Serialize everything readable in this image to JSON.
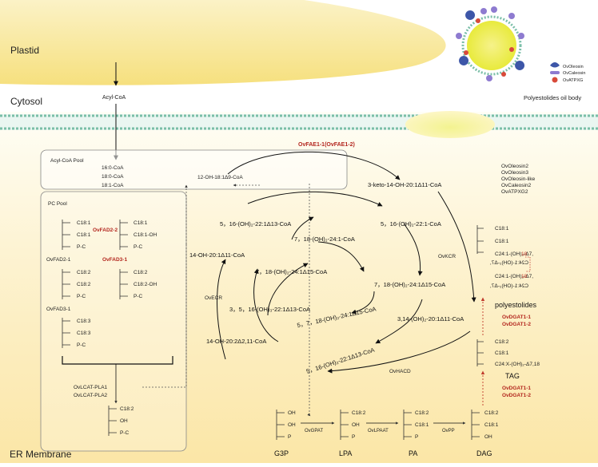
{
  "regions": {
    "plastid": "Plastid",
    "cytosol": "Cytosol",
    "er_membrane": "ER Membrane"
  },
  "plastid_product": "Acyl-CoA",
  "acyl_coa_pool": {
    "title": "Acyl-CoA Pool",
    "items": [
      "16:0-CoA",
      "18:0-CoA",
      "18:1-CoA"
    ],
    "extra": "12-OH-18:1Δ9-CoA"
  },
  "oil_body": {
    "title": "Polyestolides oil body",
    "legend": [
      "OvOleosin",
      "OvCaleosin",
      "OvATPXG"
    ]
  },
  "proteins_list": [
    "OvOleosin2",
    "OvOleosin3",
    "OvOleosin-like",
    "OvCaleosin2",
    "OvATPXG2"
  ],
  "pc_pool": {
    "title": "PC Pool",
    "pc1": [
      "C18:1",
      "C18:1",
      "P-C"
    ],
    "pc2": [
      "C18:1",
      "C18:1-OH",
      "P-C"
    ],
    "pc3": [
      "C18:2",
      "C18:2",
      "P-C"
    ],
    "pc4": [
      "C18:2",
      "C18:2-OH",
      "P-C"
    ],
    "pc5": [
      "C18:3",
      "C18:3",
      "P-C"
    ],
    "enzymes": {
      "fad22": "OvFAD2-2",
      "fad21": "OvFAD2-1",
      "fad31_red": "OvFAD3-1",
      "fad31": "OvFAD3-1"
    }
  },
  "lcat": [
    "OvLCAT-PLA1",
    "OvLCAT-PLA2"
  ],
  "lpc": [
    "C18:2",
    "OH",
    "P-C"
  ],
  "elongation": {
    "fae": "OvFAE1-1(OvFAE1-2)",
    "kcr": "OvKCR",
    "hacd": "OvHACD",
    "ecr": "OvECR",
    "outer": [
      "3-keto-14-OH-20:1Δ11-CoA",
      "5，16-(OH)₂-22:1-CoA",
      "7，18-(OH)₂-24:1Δ15-CoA",
      "3,14-(OH)₂-20:1Δ11-CoA",
      "5，16-(OH)₂-22:1Δ13-CoA",
      "14-OH-20:2Δ2,11-CoA",
      "14-OH-20:1Δ11-CoA",
      "5，16-(OH)₂-22:1Δ13-CoA"
    ],
    "inner": [
      "7，18-(OH)₂-24:1-CoA",
      "7，18-(OH)₂-24:1Δ15-CoA",
      "3，5，16-(OH)₃-22:1Δ13-CoA",
      "5，7，18-(OH)₂-24:1Δ15-CoA"
    ]
  },
  "kennedy": {
    "g3p": [
      "OH",
      "OH",
      "P"
    ],
    "lpa": [
      "C18:2",
      "OH",
      "P"
    ],
    "pa": [
      "C18:2",
      "C18:1",
      "P"
    ],
    "dag": [
      "C18:2",
      "C18:1",
      "OH"
    ],
    "labels": [
      "G3P",
      "LPA",
      "PA",
      "DAG"
    ],
    "enzymes": [
      "OvGPAT",
      "OvLPAAT",
      "OvPP"
    ]
  },
  "tag": {
    "chains": [
      "C18:2",
      "C18:1",
      "C24:X-(OH)₂-Δ7,18"
    ],
    "label": "TAG",
    "dgat": [
      "OvDGAT1-1",
      "OvDGAT1-2"
    ]
  },
  "polyestolides": {
    "chains": [
      "C18:1",
      "C18:1",
      "C24:1-(OH)₂-Δ7,",
      "C24:1-(OH)₂-Δ7,"
    ],
    "red_suffix": "18",
    "label": "polyestolides",
    "dgat": [
      "OvDGAT1-1",
      "OvDGAT1-2"
    ]
  },
  "colors": {
    "enzyme_red": "#b3261e",
    "membrane": "#88c9b5",
    "plastid_yellow": "#fbe79a",
    "er_yellow": "#fcefc5"
  }
}
